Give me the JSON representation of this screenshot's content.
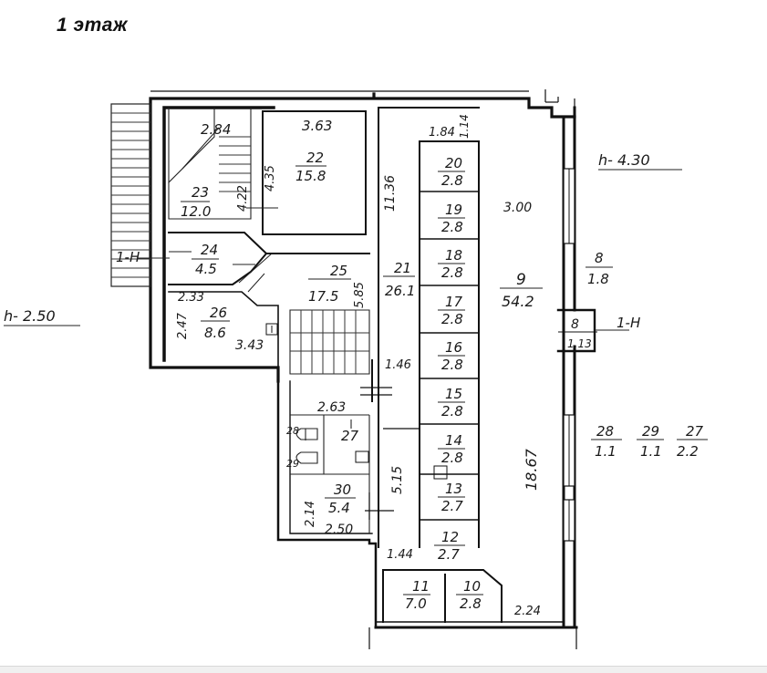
{
  "title": "1 этаж",
  "heights": {
    "left": "h- 2.50",
    "right": "h- 4.30"
  },
  "rooms": [
    {
      "id": "r22",
      "num": "22",
      "area": "15.8",
      "dim1": "3.63",
      "dim2": "4.35"
    },
    {
      "id": "r23",
      "num": "23",
      "area": "12.0",
      "dim1": "2.84",
      "dim2": "4.22"
    },
    {
      "id": "r24",
      "num": "24",
      "area": "4.5"
    },
    {
      "id": "r25",
      "num": "25",
      "area": "17.5",
      "dim1": "5.85"
    },
    {
      "id": "r26",
      "num": "26",
      "area": "8.6",
      "dim1": "2.33",
      "dim2": "2.47",
      "dim3": "3.43"
    },
    {
      "id": "r21",
      "num": "21",
      "area": "26.1",
      "dim1": "11.36",
      "dim2": "1.46",
      "dim3": "5.15"
    },
    {
      "id": "r20",
      "num": "20",
      "area": "2.8",
      "dim1": "1.84",
      "dim2": "1.14"
    },
    {
      "id": "r19",
      "num": "19",
      "area": "2.8"
    },
    {
      "id": "r18",
      "num": "18",
      "area": "2.8"
    },
    {
      "id": "r17",
      "num": "17",
      "area": "2.8"
    },
    {
      "id": "r16",
      "num": "16",
      "area": "2.8"
    },
    {
      "id": "r15",
      "num": "15",
      "area": "2.8"
    },
    {
      "id": "r14",
      "num": "14",
      "area": "2.8"
    },
    {
      "id": "r13",
      "num": "13",
      "area": "2.7"
    },
    {
      "id": "r12",
      "num": "12",
      "area": "2.7",
      "dim1": "1.44"
    },
    {
      "id": "r11",
      "num": "11",
      "area": "7.0"
    },
    {
      "id": "r10",
      "num": "10",
      "area": "2.8",
      "dim1": "2.24"
    },
    {
      "id": "r9",
      "num": "9",
      "area": "54.2",
      "dim1": "3.00",
      "dim2": "18.67"
    },
    {
      "id": "r27",
      "num": "27",
      "dim1": "2.63"
    },
    {
      "id": "r30",
      "num": "30",
      "area": "5.4",
      "dim1": "2.14",
      "dim2": "2.50"
    },
    {
      "id": "r28",
      "num": "28"
    },
    {
      "id": "r29",
      "num": "29"
    },
    {
      "id": "r8",
      "num": "8",
      "area": "1.13"
    }
  ],
  "entrances": {
    "left": "1-Н",
    "right": "1-Н"
  },
  "side_list": [
    {
      "num": "8",
      "area": "1.8"
    },
    {
      "num": "28",
      "area": "1.1"
    },
    {
      "num": "29",
      "area": "1.1"
    },
    {
      "num": "27",
      "area": "2.2"
    }
  ]
}
